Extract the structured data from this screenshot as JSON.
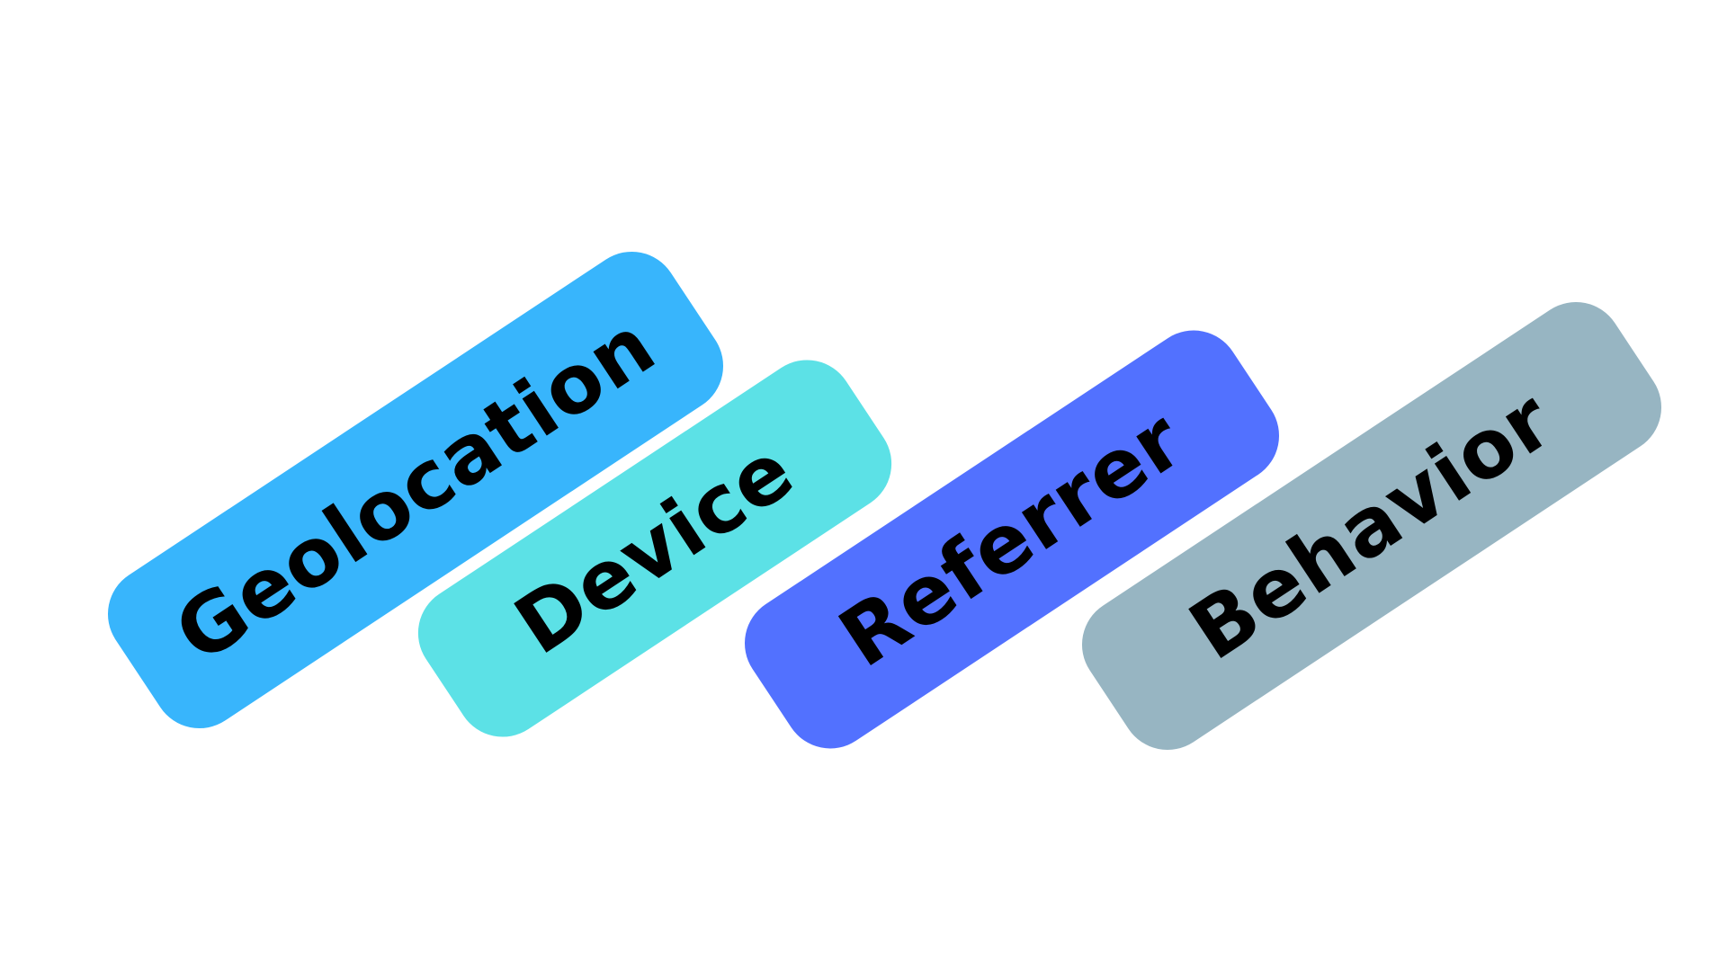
{
  "tags": [
    {
      "label": "Geolocation",
      "color": "#38B5FC"
    },
    {
      "label": "Device",
      "color": "#5CE1E6"
    },
    {
      "label": "Referrer",
      "color": "#5271FF"
    },
    {
      "label": "Behavior",
      "color": "#97B5C2"
    }
  ]
}
